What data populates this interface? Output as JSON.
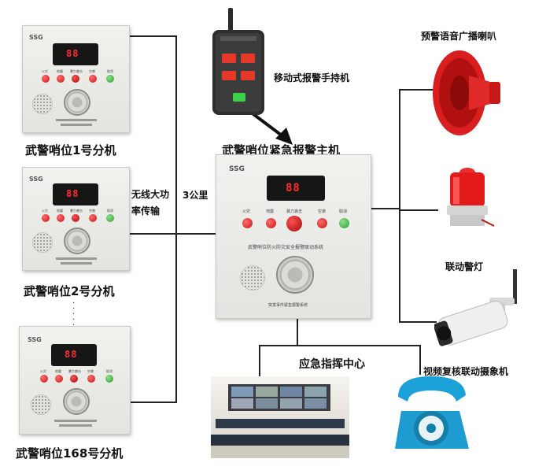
{
  "sub_units": [
    {
      "label": "武警哨位1号分机"
    },
    {
      "label": "武警哨位2号分机"
    },
    {
      "label": "武警哨位168号分机"
    }
  ],
  "panel": {
    "brand": "SSG",
    "display_digits": "88",
    "button_labels": [
      "火灾",
      "地震",
      "暴力袭击",
      "空袭",
      "取消"
    ],
    "main_caption": "武警哨位防火防灾安全报警联动系统",
    "main_footer": "突发事件紧急报警系统"
  },
  "main_unit": {
    "label": "武警哨位紧急报警主机"
  },
  "wireless": {
    "line1": "无线大功",
    "line2": "率传输"
  },
  "distance": "3公里",
  "handheld": {
    "label": "移动式报警手持机"
  },
  "speaker": {
    "label": "预警语音广播喇叭"
  },
  "alarm_light": {
    "label": "联动警灯"
  },
  "camera": {
    "label": "视频复核联动摄象机"
  },
  "command_center": {
    "label": "应急指挥中心"
  },
  "ellipsis": "·\n·\n·\n·\n·"
}
